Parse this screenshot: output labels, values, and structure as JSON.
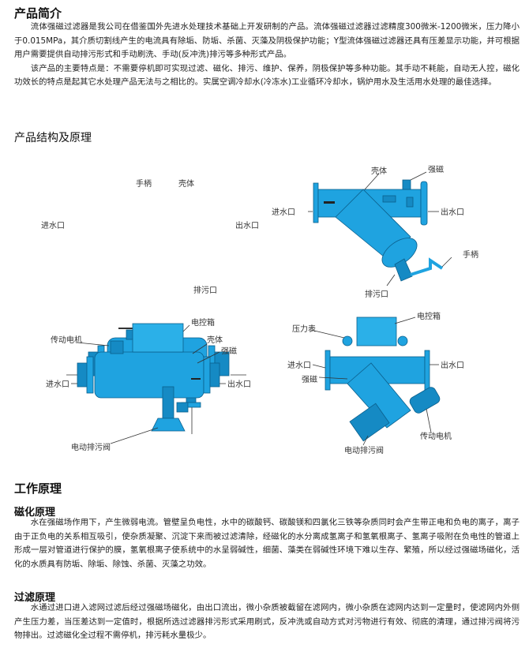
{
  "intro": {
    "title": "产品简介",
    "paragraphs": [
      "流体强磁过滤器是我公司在借鉴国外先进水处理技术基础上开发研制的产品。流体强磁过滤器过滤精度300微米-1200微米，压力降小于0.015MPa，其介质切割线产生的电流具有除垢、防垢、杀菌、灭藻及阴极保护功能；Y型流体强磁过滤器还具有压差显示功能，并可根据用户需要提供自动排污形式和手动刷洗、手动(反冲洗)排污等多种形式产品。",
      "该产品的主要特点是：不需要停机即可实现过滤、磁化、排污、维护、保养，阴极保护等多种功能。其手动不耗能，自动无人控，磁化功效长的特点是起其它水处理产品无法与之相比的。实属空调冷却水(冷冻水)工业循环冷却水，锅炉用水及生活用水处理的最佳选择。"
    ]
  },
  "structure": {
    "title": "产品结构及原理",
    "diagram1": {
      "handle": "手柄",
      "shell": "壳体",
      "inlet": "进水口",
      "outlet": "出水口",
      "drain": "排污口"
    },
    "diagram2": {
      "shell": "壳体",
      "magnet": "强磁",
      "inlet": "进水口",
      "outlet": "出水口",
      "handle": "手柄",
      "drain": "排污口"
    },
    "diagram3": {
      "control_box": "电控箱",
      "motor": "传动电机",
      "shell": "壳体",
      "magnet": "强磁",
      "inlet": "进水口",
      "outlet": "出水口",
      "valve": "电动排污阀"
    },
    "diagram4": {
      "control_box": "电控箱",
      "gauge": "压力表",
      "inlet": "进水口",
      "outlet": "出水口",
      "magnet": "强磁",
      "motor": "传动电机",
      "valve": "电动排污阀"
    }
  },
  "principle": {
    "title": "工作原理",
    "magnetization": {
      "title": "磁化原理",
      "text": "水在强磁场作用下，产生微弱电流。管壁呈负电性，水中的碳酸钙、碳酸镁和四氯化三铁等杂质同时会产生带正电和负电的离子，离子由于正负电的关系相互吸引，使杂质凝聚、沉淀下来而被过滤清除，经磁化的水分离成氢离子和氢氧根离子、氢离子吸附在负电性的管道上形成一层对管道进行保护的膜，氢氧根离子使系统中的水呈弱碱性，细菌、藻类在弱碱性环境下难以生存、繁殖，所以经过强磁场磁化，活化的水质具有防垢、除垢、除蚀、杀菌、灭藻之功效。"
    },
    "filtration": {
      "title": "过滤原理",
      "text": "水通过进口进入滤网过滤后经过强磁场磁化，由出口流出，微小杂质被截留在滤网内，微小杂质在滤网内达到一定量时，使滤网内外侧产生压力差，当压差达到一定值时，根据所选过滤器排污形式采用刷式，反冲洗或自动方式对污物进行有效、彻底的清理，通过排污阀将污物排出。过滤磁化全过程不需停机，排污耗水量极少。"
    }
  },
  "colors": {
    "equipment_blue": "#1fa3e0"
  }
}
